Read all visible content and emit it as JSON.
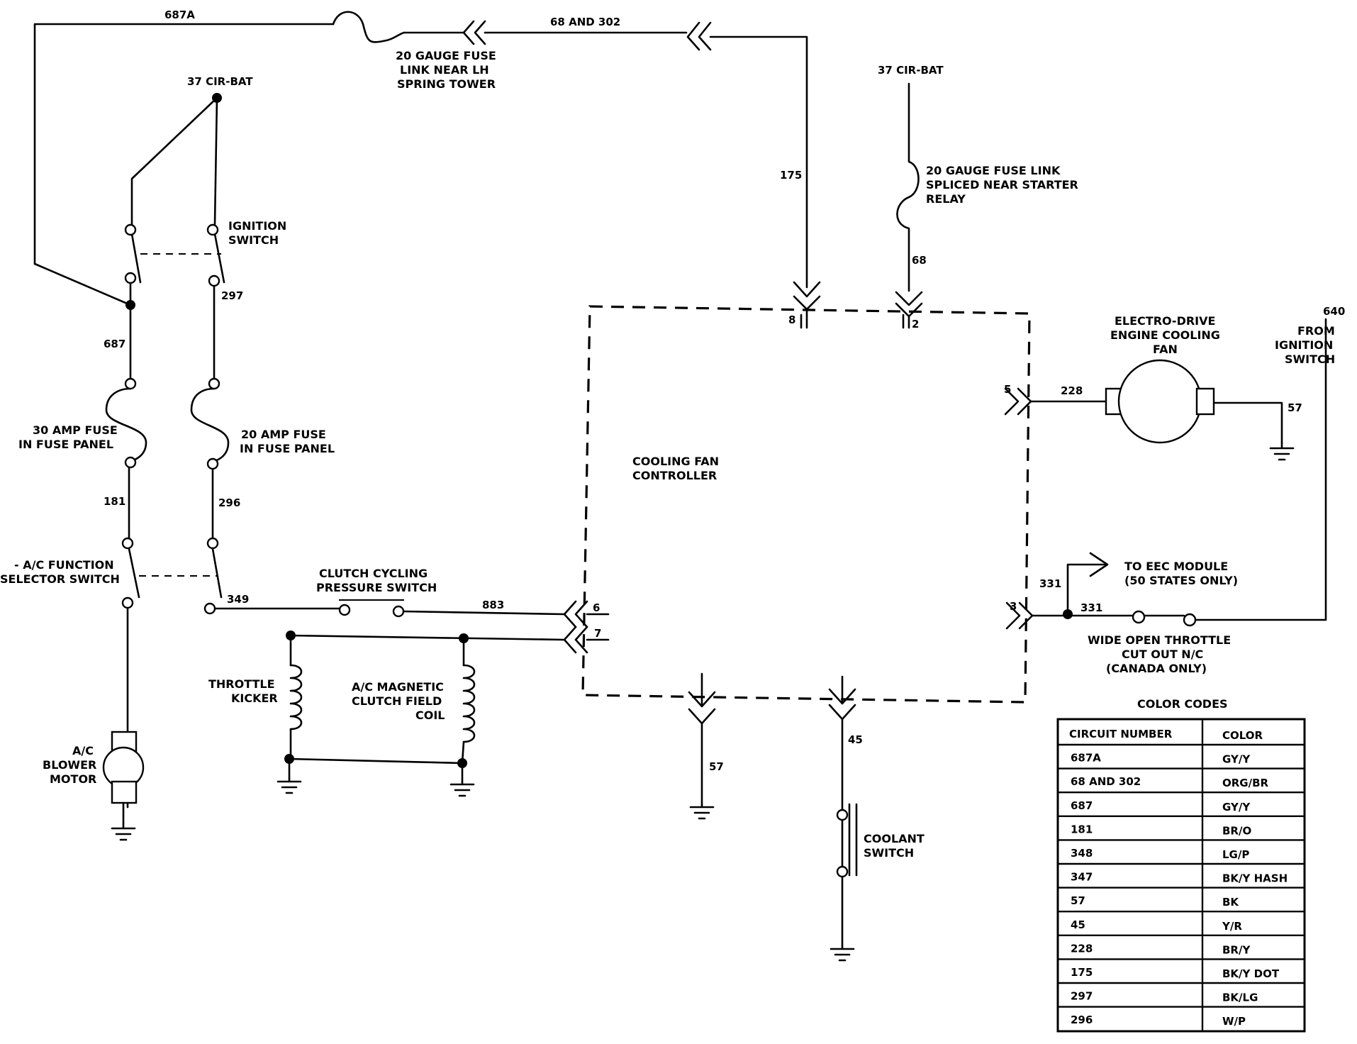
{
  "labels": {
    "w687a": "687A",
    "w68_302": "68 AND 302",
    "fuse_link_ln": [
      "20 GAUGE FUSE",
      "LINK NEAR LH",
      "SPRING TOWER"
    ],
    "cirbat_left": "37 CIR-BAT",
    "cirbat_right": "37 CIR-BAT",
    "ignition_switch": [
      "IGNITION",
      "SWITCH"
    ],
    "w297": "297",
    "w687": "687",
    "fuse30": [
      "30 AMP FUSE",
      "IN FUSE PANEL"
    ],
    "fuse20": [
      "20 AMP FUSE",
      "IN FUSE PANEL"
    ],
    "w181": "181",
    "w296": "296",
    "ac_selector": [
      "- A/C FUNCTION",
      "SELECTOR SWITCH"
    ],
    "w349": "349",
    "clutch_switch": [
      "CLUTCH CYCLING",
      "PRESSURE SWITCH"
    ],
    "w883": "883",
    "throttle_kicker": [
      "THROTTLE",
      "KICKER"
    ],
    "ac_clutch_coil": [
      "A/C MAGNETIC",
      "CLUTCH FIELD",
      "COIL"
    ],
    "blower_motor": [
      "A/C",
      "BLOWER",
      "MOTOR"
    ],
    "w175": "175",
    "fuse_link_starter": [
      "20 GAUGE FUSE LINK",
      "SPLICED NEAR STARTER",
      "RELAY"
    ],
    "w68": "68",
    "pin8": "8",
    "pin2": "2",
    "pin5": "5",
    "pin6": "6",
    "pin7": "7",
    "pin3": "3",
    "controller": [
      "COOLING FAN",
      "CONTROLLER"
    ],
    "fan": [
      "ELECTRO-DRIVE",
      "ENGINE COOLING",
      "FAN"
    ],
    "w228": "228",
    "w57_fan": "57",
    "w640": "640",
    "from_ignition": [
      "FROM",
      "IGNITION",
      "SWITCH"
    ],
    "w331a": "331",
    "w331b": "331",
    "eec": [
      "TO EEC MODULE",
      "(50 STATES ONLY)"
    ],
    "wot": [
      "WIDE OPEN THROTTLE",
      "CUT OUT N/C",
      "(CANADA ONLY)"
    ],
    "w57_bottom": "57",
    "w45": "45",
    "coolant_switch": [
      "COOLANT",
      "SWITCH"
    ]
  },
  "color_codes": {
    "title": "COLOR CODES",
    "header": [
      "CIRCUIT NUMBER",
      "COLOR"
    ],
    "rows": [
      [
        "687A",
        "GY/Y"
      ],
      [
        "68 AND 302",
        "ORG/BR"
      ],
      [
        "687",
        "GY/Y"
      ],
      [
        "181",
        "BR/O"
      ],
      [
        "348",
        "LG/P"
      ],
      [
        "347",
        "BK/Y HASH"
      ],
      [
        "57",
        "BK"
      ],
      [
        "45",
        "Y/R"
      ],
      [
        "228",
        "BR/Y"
      ],
      [
        "175",
        "BK/Y DOT"
      ],
      [
        "297",
        "BK/LG"
      ],
      [
        "296",
        "W/P"
      ]
    ]
  }
}
